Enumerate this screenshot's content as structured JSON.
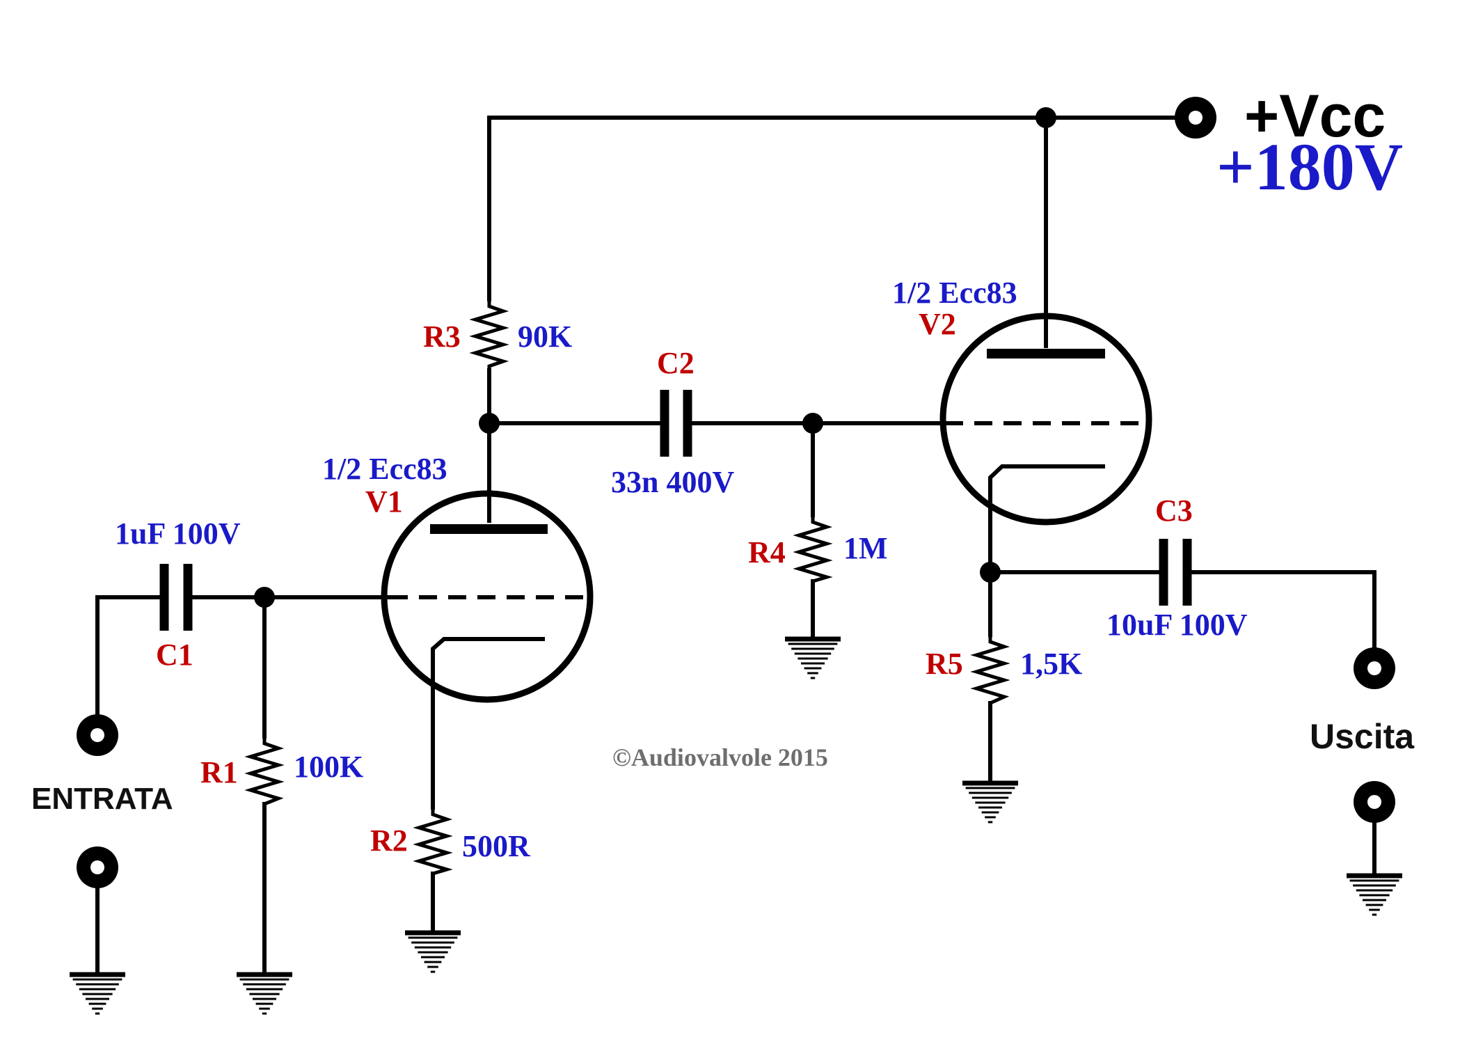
{
  "supply": {
    "label": "+Vcc",
    "voltage": "+180V"
  },
  "input": {
    "label": "ENTRATA"
  },
  "output": {
    "label": "Uscita"
  },
  "copyright": "©Audiovalvole 2015",
  "components": {
    "C1": {
      "ref": "C1",
      "value": "1uF 100V"
    },
    "R1": {
      "ref": "R1",
      "value": "100K"
    },
    "R2": {
      "ref": "R2",
      "value": "500R"
    },
    "R3": {
      "ref": "R3",
      "value": "90K"
    },
    "C2": {
      "ref": "C2",
      "value": "33n 400V"
    },
    "R4": {
      "ref": "R4",
      "value": "1M"
    },
    "R5": {
      "ref": "R5",
      "value": "1,5K"
    },
    "C3": {
      "ref": "C3",
      "value": "10uF 100V"
    },
    "V1": {
      "ref": "V1",
      "type": "1/2 Ecc83"
    },
    "V2": {
      "ref": "V2",
      "type": "1/2 Ecc83"
    }
  },
  "colors": {
    "reference": "#c00000",
    "value": "#1a1ac8",
    "wire": "#000000",
    "copyright": "#6e6e6e"
  }
}
